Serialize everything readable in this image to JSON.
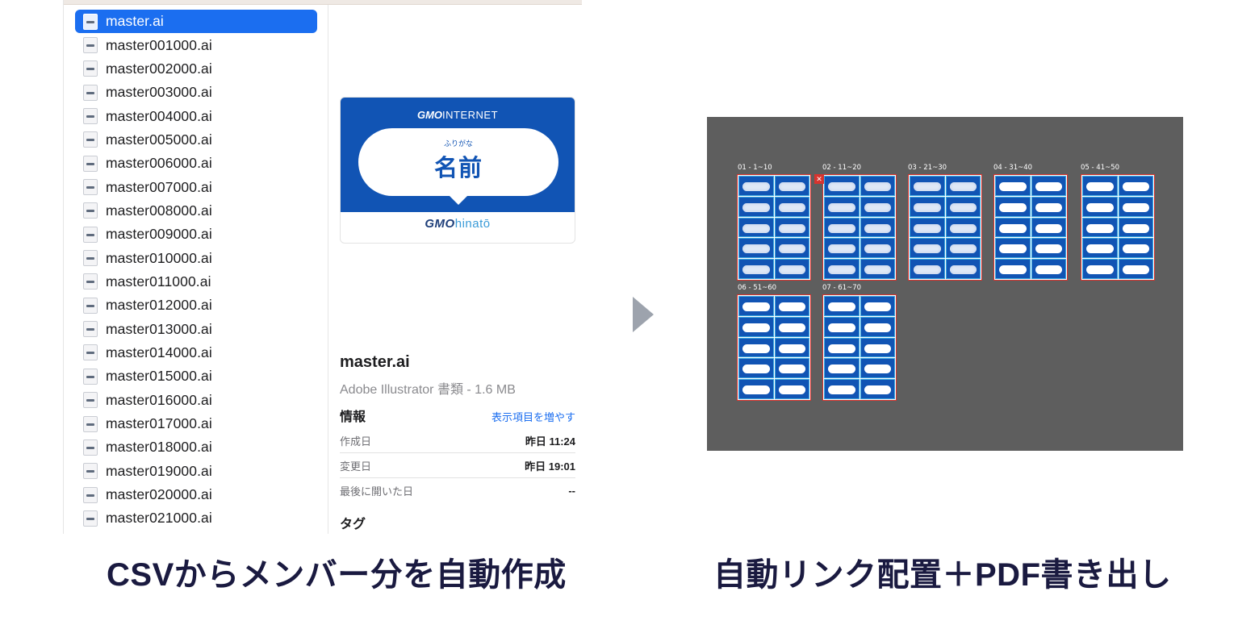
{
  "finder": {
    "files": [
      {
        "name": "master.ai",
        "selected": true
      },
      {
        "name": "master001000.ai"
      },
      {
        "name": "master002000.ai"
      },
      {
        "name": "master003000.ai"
      },
      {
        "name": "master004000.ai"
      },
      {
        "name": "master005000.ai"
      },
      {
        "name": "master006000.ai"
      },
      {
        "name": "master007000.ai"
      },
      {
        "name": "master008000.ai"
      },
      {
        "name": "master009000.ai"
      },
      {
        "name": "master010000.ai"
      },
      {
        "name": "master011000.ai"
      },
      {
        "name": "master012000.ai"
      },
      {
        "name": "master013000.ai"
      },
      {
        "name": "master014000.ai"
      },
      {
        "name": "master015000.ai"
      },
      {
        "name": "master016000.ai"
      },
      {
        "name": "master017000.ai"
      },
      {
        "name": "master018000.ai"
      },
      {
        "name": "master019000.ai"
      },
      {
        "name": "master020000.ai"
      },
      {
        "name": "master021000.ai"
      }
    ],
    "preview": {
      "brand_top_bold": "GMO",
      "brand_top_rest": "INTERNET",
      "furigana": "ふりがな",
      "name": "名前",
      "brand_bottom_bold": "GMO",
      "brand_bottom_rest": "hinatō"
    },
    "info": {
      "file_name": "master.ai",
      "kind": "Adobe Illustrator 書類 - 1.6 MB",
      "section_title": "情報",
      "show_more": "表示項目を増やす",
      "rows": [
        {
          "label": "作成日",
          "value": "昨日 11:24"
        },
        {
          "label": "変更日",
          "value": "昨日 19:01"
        },
        {
          "label": "最後に開いた日",
          "value": "--"
        }
      ],
      "tags_title": "タグ"
    }
  },
  "artboards": {
    "labels": [
      "01 - 1~10",
      "02 - 11~20",
      "03 - 21~30",
      "04 - 31~40",
      "05 - 41~50",
      "06 - 51~60",
      "07 - 61~70"
    ]
  },
  "captions": {
    "left": "CSVからメンバー分を自動作成",
    "right": "自動リンク配置＋PDF書き出し"
  },
  "colors": {
    "selection": "#1b6ef0",
    "card_blue": "#1154b4",
    "canvas_gray": "#5e5e5e",
    "artboard_border": "#d7332e",
    "caption_text": "#1a1a40"
  }
}
